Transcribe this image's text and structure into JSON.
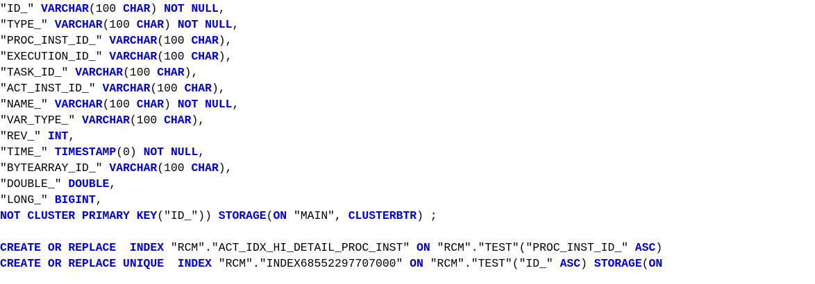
{
  "editor": {
    "colors": {
      "keyword": "#0000cc",
      "text": "#000000",
      "background": "#ffffff"
    },
    "lines": [
      [
        {
          "t": "\"ID_\" "
        },
        {
          "k": "VARCHAR"
        },
        {
          "t": "(100 "
        },
        {
          "k": "CHAR"
        },
        {
          "t": ") "
        },
        {
          "k": "NOT NULL"
        },
        {
          "t": ","
        }
      ],
      [
        {
          "t": "\"TYPE_\" "
        },
        {
          "k": "VARCHAR"
        },
        {
          "t": "(100 "
        },
        {
          "k": "CHAR"
        },
        {
          "t": ") "
        },
        {
          "k": "NOT NULL"
        },
        {
          "t": ","
        }
      ],
      [
        {
          "t": "\"PROC_INST_ID_\" "
        },
        {
          "k": "VARCHAR"
        },
        {
          "t": "(100 "
        },
        {
          "k": "CHAR"
        },
        {
          "t": "),"
        }
      ],
      [
        {
          "t": "\"EXECUTION_ID_\" "
        },
        {
          "k": "VARCHAR"
        },
        {
          "t": "(100 "
        },
        {
          "k": "CHAR"
        },
        {
          "t": "),"
        }
      ],
      [
        {
          "t": "\"TASK_ID_\" "
        },
        {
          "k": "VARCHAR"
        },
        {
          "t": "(100 "
        },
        {
          "k": "CHAR"
        },
        {
          "t": "),"
        }
      ],
      [
        {
          "t": "\"ACT_INST_ID_\" "
        },
        {
          "k": "VARCHAR"
        },
        {
          "t": "(100 "
        },
        {
          "k": "CHAR"
        },
        {
          "t": "),"
        }
      ],
      [
        {
          "t": "\"NAME_\" "
        },
        {
          "k": "VARCHAR"
        },
        {
          "t": "(100 "
        },
        {
          "k": "CHAR"
        },
        {
          "t": ") "
        },
        {
          "k": "NOT NULL"
        },
        {
          "t": ","
        }
      ],
      [
        {
          "t": "\"VAR_TYPE_\" "
        },
        {
          "k": "VARCHAR"
        },
        {
          "t": "(100 "
        },
        {
          "k": "CHAR"
        },
        {
          "t": "),"
        }
      ],
      [
        {
          "t": "\"REV_\" "
        },
        {
          "k": "INT"
        },
        {
          "t": ","
        }
      ],
      [
        {
          "t": "\"TIME_\" "
        },
        {
          "k": "TIMESTAMP"
        },
        {
          "t": "(0) "
        },
        {
          "k": "NOT NULL"
        },
        {
          "t": ","
        }
      ],
      [
        {
          "t": "\"BYTEARRAY_ID_\" "
        },
        {
          "k": "VARCHAR"
        },
        {
          "t": "(100 "
        },
        {
          "k": "CHAR"
        },
        {
          "t": "),"
        }
      ],
      [
        {
          "t": "\"DOUBLE_\" "
        },
        {
          "k": "DOUBLE"
        },
        {
          "t": ","
        }
      ],
      [
        {
          "t": "\"LONG_\" "
        },
        {
          "k": "BIGINT"
        },
        {
          "t": ","
        }
      ],
      [
        {
          "k": "NOT CLUSTER PRIMARY KEY"
        },
        {
          "t": "(\"ID_\")) "
        },
        {
          "k": "STORAGE"
        },
        {
          "t": "("
        },
        {
          "k": "ON"
        },
        {
          "t": " \"MAIN\", "
        },
        {
          "k": "CLUSTERBTR"
        },
        {
          "t": ") ;"
        }
      ],
      [],
      [
        {
          "k": "CREATE OR REPLACE  INDEX"
        },
        {
          "t": " \"RCM\".\"ACT_IDX_HI_DETAIL_PROC_INST\" "
        },
        {
          "k": "ON"
        },
        {
          "t": " \"RCM\".\"TEST\"(\"PROC_INST_ID_\" "
        },
        {
          "k": "ASC"
        },
        {
          "t": ")"
        }
      ],
      [
        {
          "k": "CREATE OR REPLACE UNIQUE  INDEX"
        },
        {
          "t": " \"RCM\".\"INDEX68552297707000\" "
        },
        {
          "k": "ON"
        },
        {
          "t": " \"RCM\".\"TEST\"(\"ID_\" "
        },
        {
          "k": "ASC"
        },
        {
          "t": ") "
        },
        {
          "k": "STORAGE"
        },
        {
          "t": "("
        },
        {
          "k": "ON"
        }
      ]
    ]
  }
}
